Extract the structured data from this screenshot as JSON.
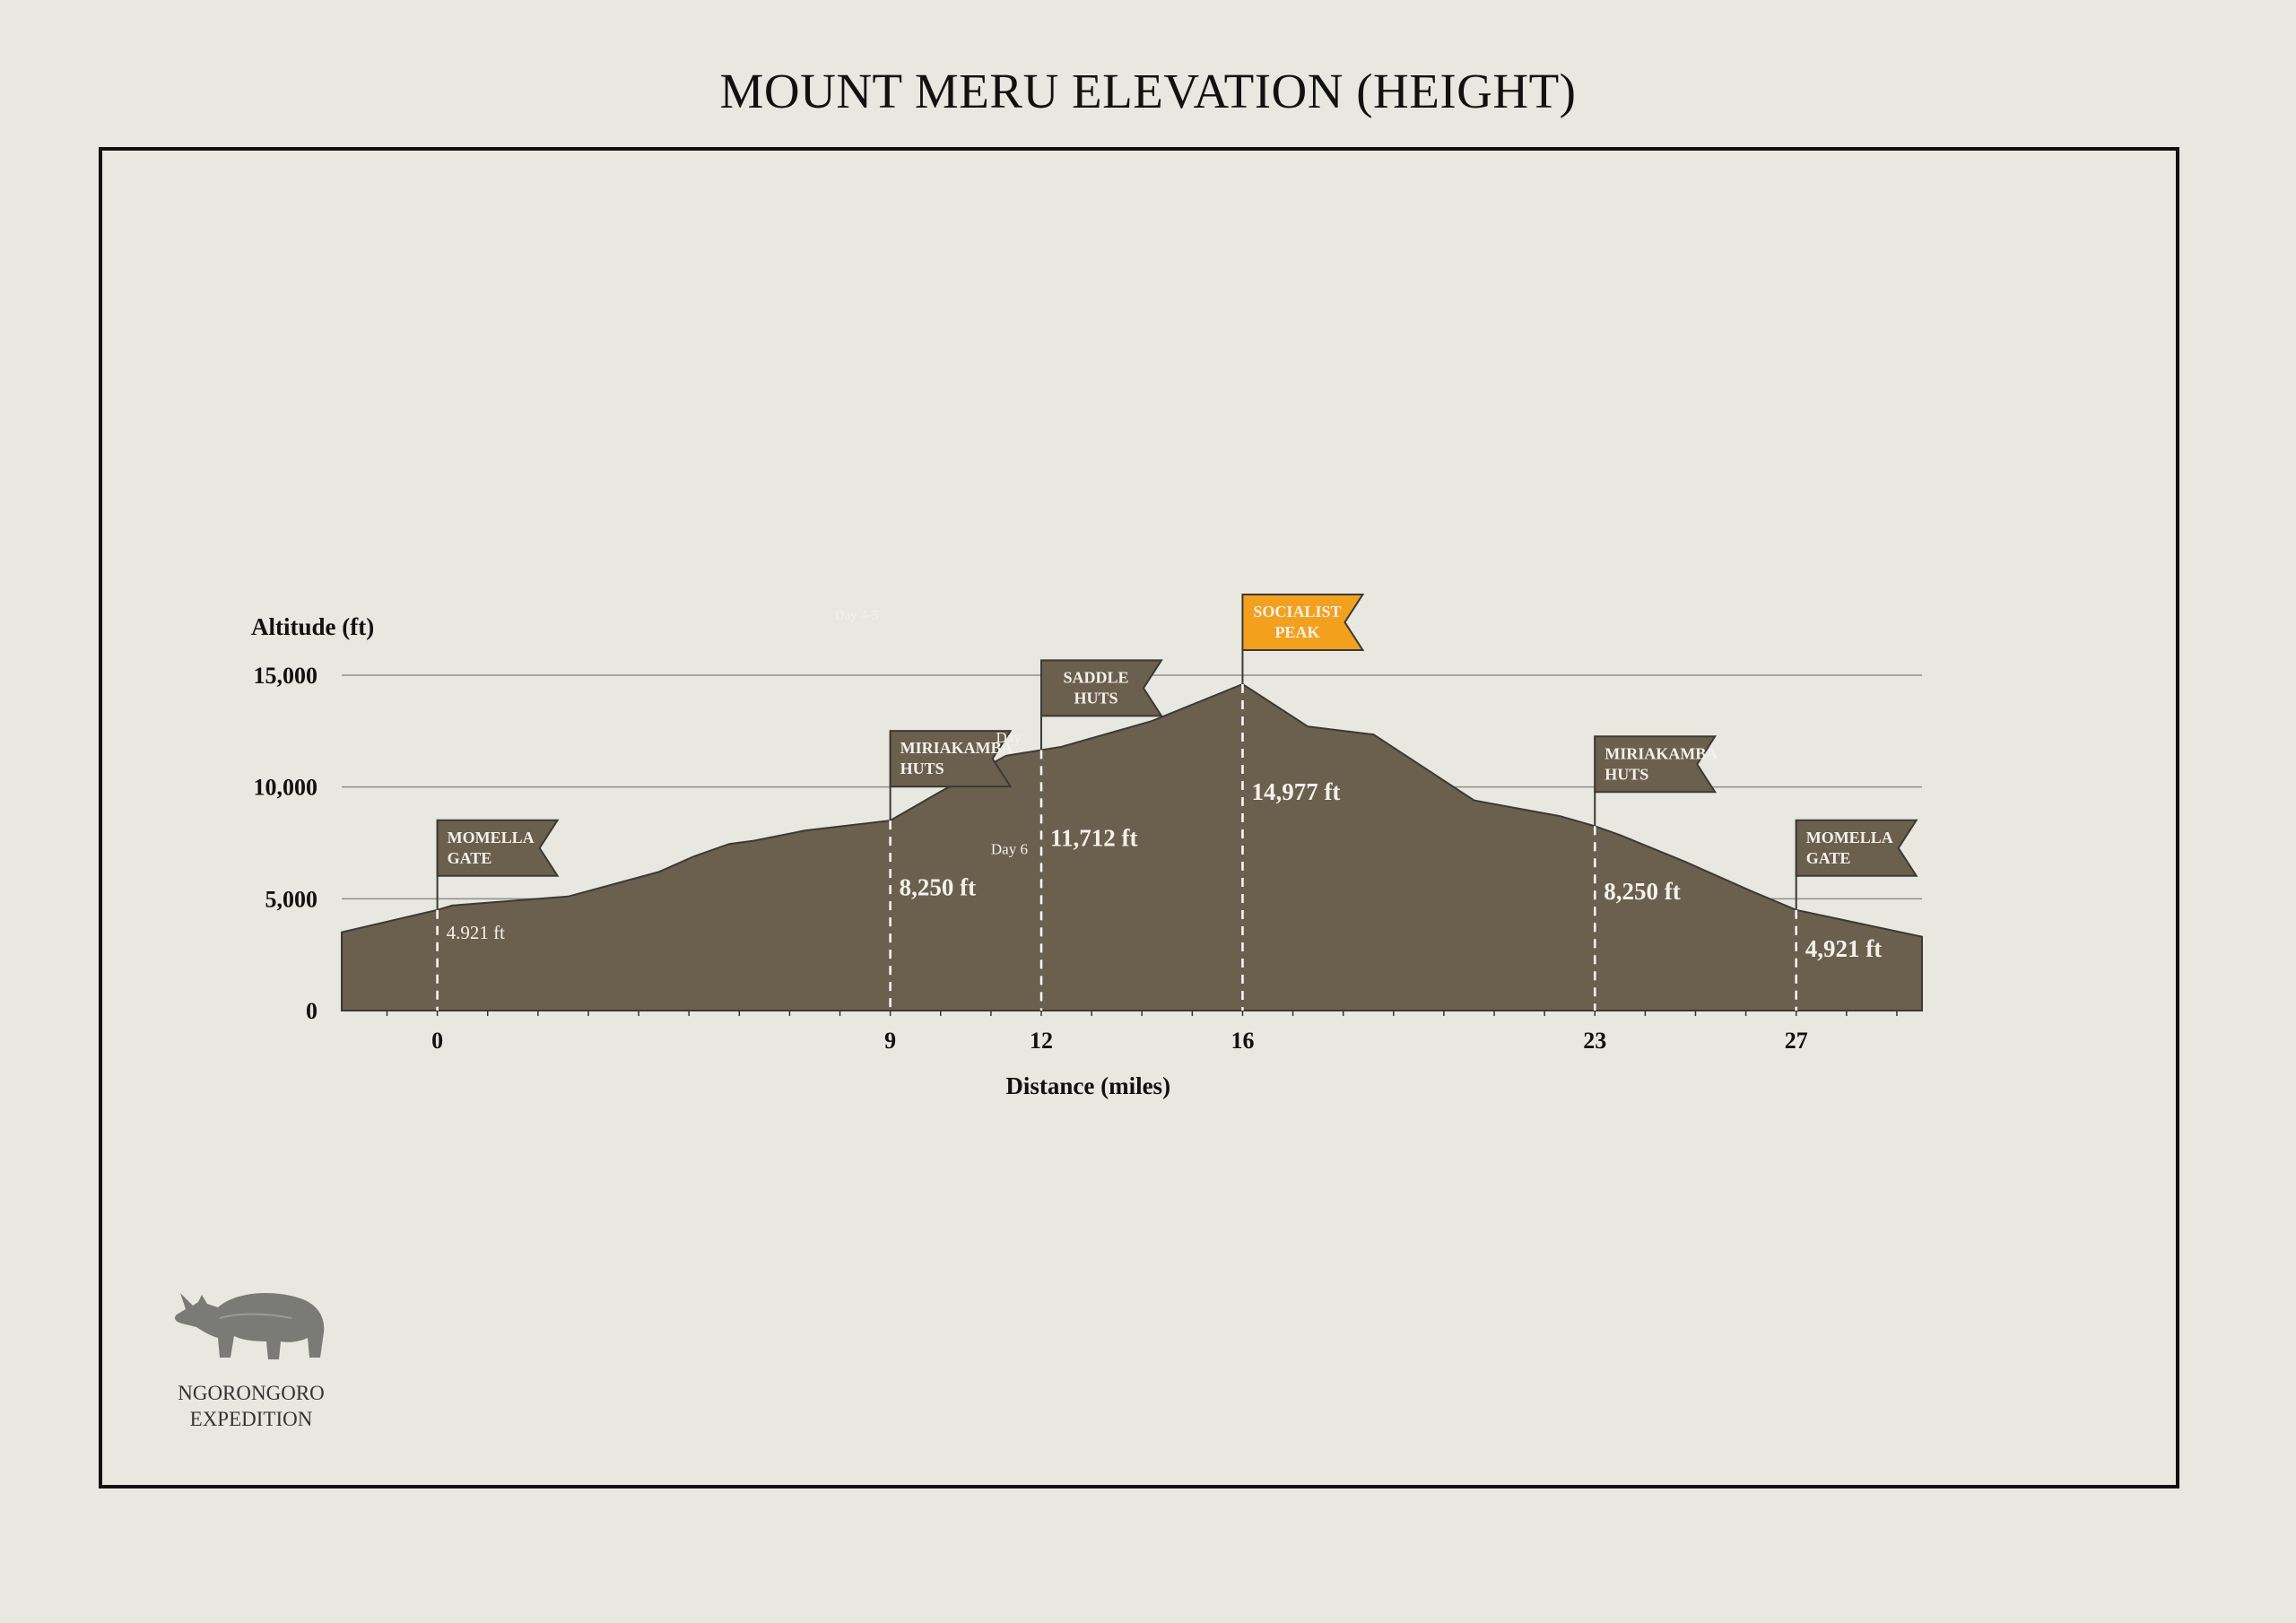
{
  "title": "MOUNT MERU ELEVATION (HEIGHT)",
  "colors": {
    "mountain": "#6b5f4e",
    "flag": "#6b5f4e",
    "peak_flag": "#f4a01f",
    "background": "#e8e8e0"
  },
  "logo": {
    "icon": "rhino-icon",
    "line1": "NGORONGORO",
    "line2": "EXPEDITION"
  },
  "chart_data": {
    "type": "area",
    "title": "MOUNT MERU ELEVATION (HEIGHT)",
    "xlabel": "Distance (miles)",
    "ylabel": "Altitude (ft)",
    "xlim": [
      -1.9,
      29.5
    ],
    "ylim": [
      0,
      15000
    ],
    "grid": true,
    "y_ticks": [
      {
        "value": 0,
        "label": "0"
      },
      {
        "value": 5000,
        "label": "5,000"
      },
      {
        "value": 10000,
        "label": "10,000"
      },
      {
        "value": 15000,
        "label": "15,000"
      }
    ],
    "x_tick_labels": [
      {
        "value": 0,
        "label": "0"
      },
      {
        "value": 9,
        "label": "9"
      },
      {
        "value": 12,
        "label": "12"
      },
      {
        "value": 16,
        "label": "16"
      },
      {
        "value": 23,
        "label": "23"
      },
      {
        "value": 27,
        "label": "27"
      }
    ],
    "x": [
      -1.9,
      0,
      0.3,
      2.6,
      4.4,
      5.1,
      5.8,
      6.3,
      7.3,
      9,
      10,
      11.3,
      12.4,
      14.2,
      16,
      17.3,
      18.6,
      20.6,
      22.3,
      23,
      23.5,
      24.8,
      26.1,
      27,
      29.5
    ],
    "y": [
      3500,
      4500,
      4700,
      5100,
      6200,
      6900,
      7450,
      7600,
      8050,
      8500,
      9800,
      11400,
      11800,
      12950,
      14600,
      12700,
      12350,
      9400,
      8700,
      8250,
      7850,
      6650,
      5350,
      4500,
      3300
    ],
    "waypoints": [
      {
        "name": "MOMELLA GATE",
        "line1": "MOMELLA",
        "line2": "GATE",
        "x": 0,
        "alt_label": "4.921 ft",
        "label_size": "small",
        "highlight": false
      },
      {
        "name": "MIRIAKAMBA HUTS",
        "line1": "MIRIAKAMBA",
        "line2": "HUTS",
        "x": 9,
        "alt_label": "8,250 ft",
        "label_size": "large",
        "highlight": false
      },
      {
        "name": "SADDLE HUTS",
        "line1": "SADDLE",
        "line2": "HUTS",
        "x": 12,
        "alt_label": "11,712 ft",
        "label_size": "large",
        "highlight": false
      },
      {
        "name": "SOCIALIST PEAK",
        "line1": "SOCIALIST",
        "line2": "PEAK",
        "x": 16,
        "alt_label": "14,977 ft",
        "label_size": "large",
        "highlight": true
      },
      {
        "name": "MIRIAKAMBA HUTS",
        "line1": "MIRIAKAMBA",
        "line2": "HUTS",
        "x": 23,
        "alt_label": "8,250 ft",
        "label_size": "large",
        "highlight": false
      },
      {
        "name": "MOMELLA GATE",
        "line1": "MOMELLA",
        "line2": "GATE",
        "x": 27,
        "alt_label": "4,921 ft",
        "label_size": "large",
        "highlight": false
      }
    ],
    "annotations": [
      {
        "text": "Day 4-5",
        "x": 7.9,
        "y": 17500
      },
      {
        "text": "Day",
        "x": 11.1,
        "y": 12000
      },
      {
        "text": "Day 6",
        "x": 11,
        "y": 7000
      }
    ],
    "legend": "none"
  }
}
